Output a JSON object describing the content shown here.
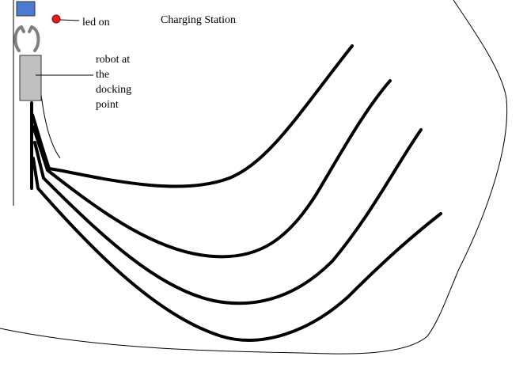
{
  "labels": {
    "led": "led on",
    "title": "Charging Station",
    "robot": "robot at\nthe\ndocking\npoint"
  },
  "colors": {
    "led": "#e02020",
    "station_box": "#4a7bd0",
    "robot_body": "#c0c0c0",
    "gripper": "#7f7f7f",
    "path": "#000000",
    "boundary": "#000000"
  },
  "icons": {
    "led": "led-indicator-icon",
    "station": "charging-station-icon",
    "gripper": "gripper-icon",
    "robot": "robot-body-icon"
  }
}
